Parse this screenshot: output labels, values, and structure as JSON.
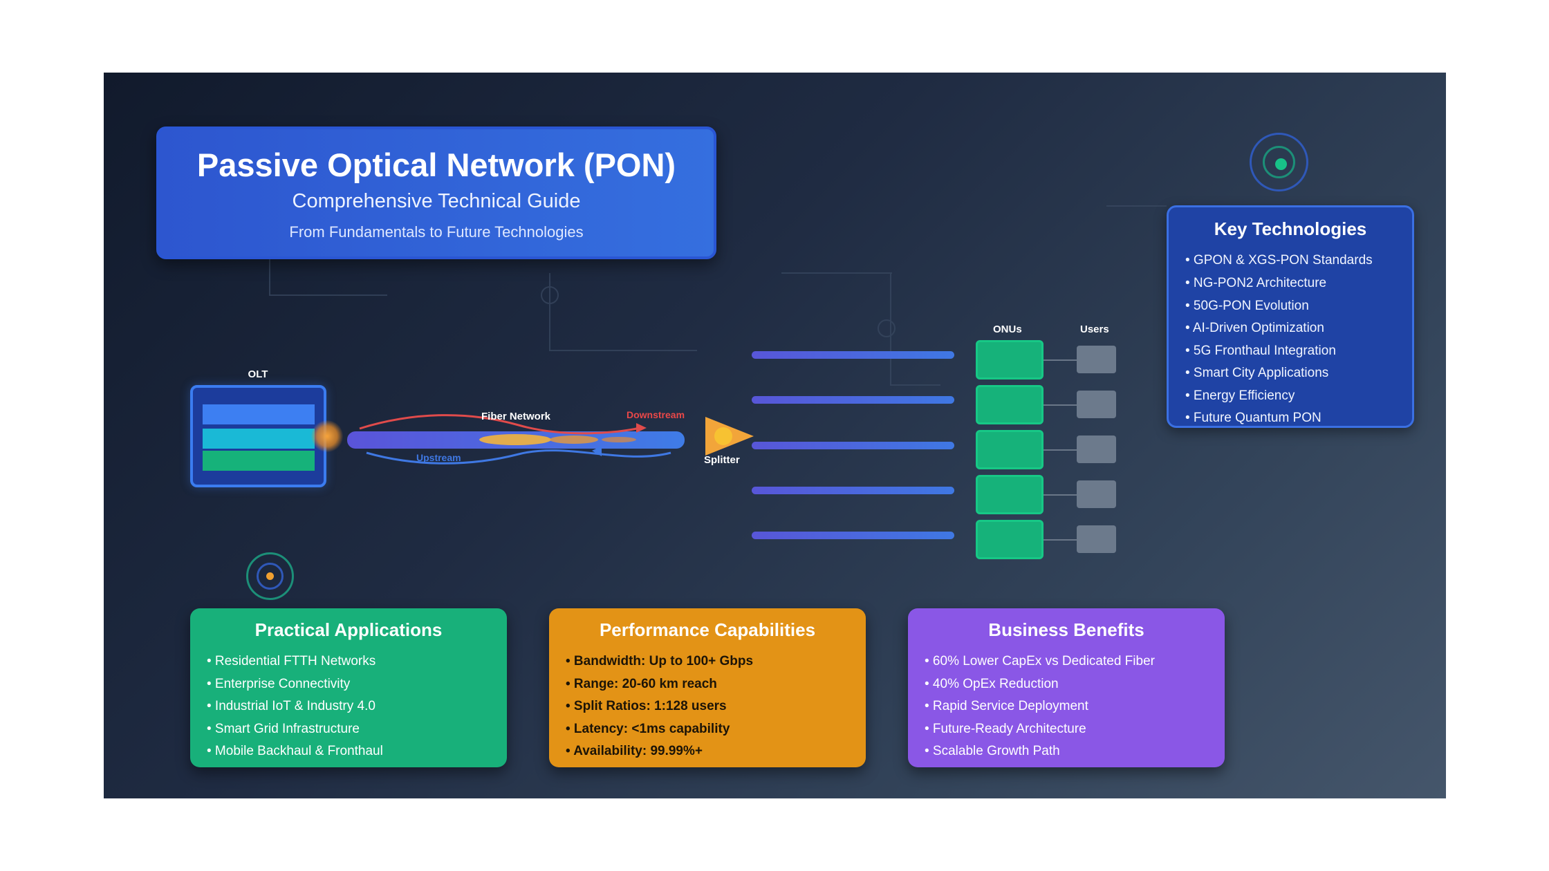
{
  "title": {
    "main": "Passive Optical Network (PON)",
    "subtitle": "Comprehensive Technical Guide",
    "tagline": "From Fundamentals to Future Technologies"
  },
  "diagram": {
    "olt_label": "OLT",
    "fiber_label": "Fiber Network",
    "downstream_label": "Downstream",
    "upstream_label": "Upstream",
    "splitter_label": "Splitter",
    "onus_label": "ONUs",
    "users_label": "Users",
    "onu_count": 5,
    "colors": {
      "olt": "#3b7cf0",
      "onu": "#16b27a",
      "user": "#6c7a8c",
      "downstream": "#e04b4b",
      "upstream": "#3f78e3",
      "splitter": "#f2a53a"
    }
  },
  "key_technologies": {
    "title": "Key Technologies",
    "items": [
      "• GPON & XGS-PON Standards",
      "• NG-PON2 Architecture",
      "• 50G-PON Evolution",
      "• AI-Driven Optimization",
      "• 5G Fronthaul Integration",
      "• Smart City Applications",
      "• Energy Efficiency",
      "• Future Quantum PON"
    ]
  },
  "applications": {
    "title": "Practical Applications",
    "items": [
      "• Residential FTTH Networks",
      "• Enterprise Connectivity",
      "• Industrial IoT & Industry 4.0",
      "• Smart Grid Infrastructure",
      "• Mobile Backhaul & Fronthaul"
    ],
    "color": "#18b07a"
  },
  "performance": {
    "title": "Performance Capabilities",
    "items": [
      "• Bandwidth: Up to 100+ Gbps",
      "• Range: 20-60 km reach",
      "• Split Ratios: 1:128 users",
      "• Latency: <1ms capability",
      "• Availability: 99.99%+"
    ],
    "color": "#e39316"
  },
  "business": {
    "title": "Business Benefits",
    "items": [
      "• 60% Lower CapEx vs Dedicated Fiber",
      "• 40% OpEx Reduction",
      "• Rapid Service Deployment",
      "• Future-Ready Architecture",
      "• Scalable Growth Path"
    ],
    "color": "#8a57e6"
  }
}
